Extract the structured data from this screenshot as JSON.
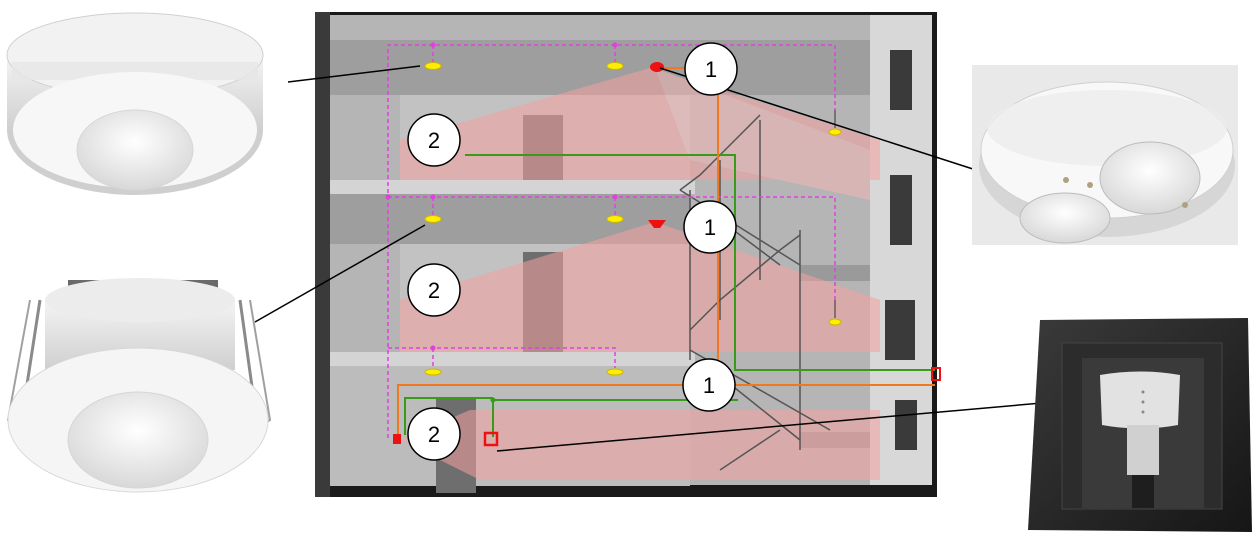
{
  "callouts": [
    {
      "id": "c1-top",
      "label": "1"
    },
    {
      "id": "c2-top",
      "label": "2"
    },
    {
      "id": "c1-mid",
      "label": "1"
    },
    {
      "id": "c2-mid",
      "label": "2"
    },
    {
      "id": "c1-bot",
      "label": "1"
    },
    {
      "id": "c2-bot",
      "label": "2"
    }
  ],
  "devices": [
    {
      "name": "surface-ceiling-sensor"
    },
    {
      "name": "recessed-ceiling-sensor"
    },
    {
      "name": "dual-head-ceiling-sensor"
    },
    {
      "name": "wall-switch-sensor"
    }
  ],
  "colors": {
    "bus_wiring": "#e040e0",
    "green_wiring": "#3a9a1a",
    "orange_wiring": "#f07820",
    "detection_zone": "#f4a0a0",
    "luminaire": "#ffee00",
    "sensor": "#ee1111",
    "building": "#a8a8a8",
    "background": "#ffffff"
  }
}
